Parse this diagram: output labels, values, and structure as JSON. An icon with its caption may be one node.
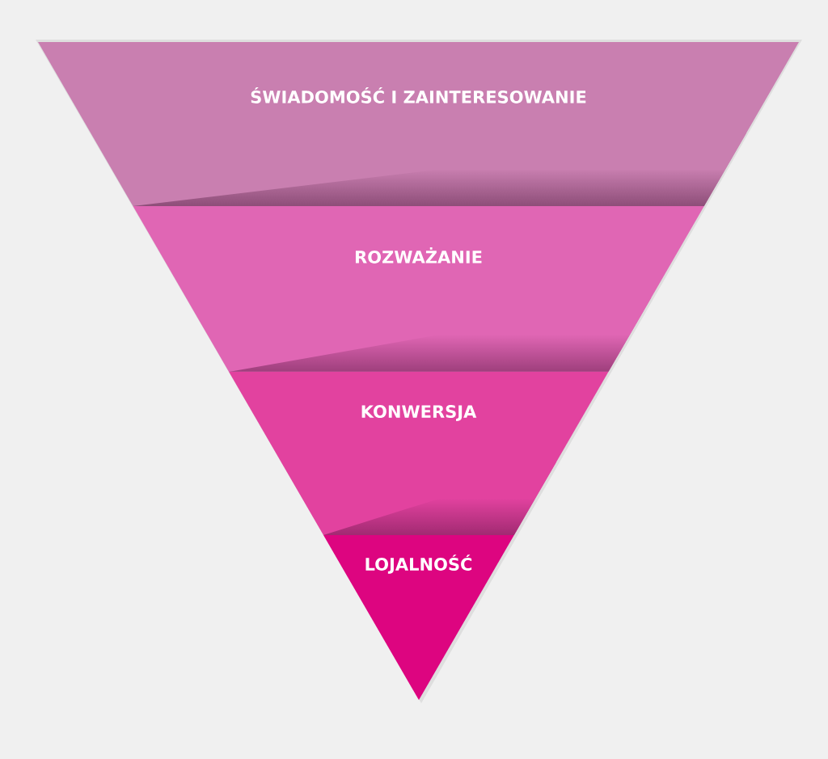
{
  "diagram": {
    "nodes": [
      {
        "text": [
          "ŚWIADOMOŚĆ I ZAINTERESOWANIE"
        ]
      },
      {
        "text": [
          "ROZWAŻANIE"
        ]
      },
      {
        "text": [
          "KONWERSJA"
        ]
      },
      {
        "text": [
          "LOJALNOŚĆ"
        ]
      }
    ]
  }
}
